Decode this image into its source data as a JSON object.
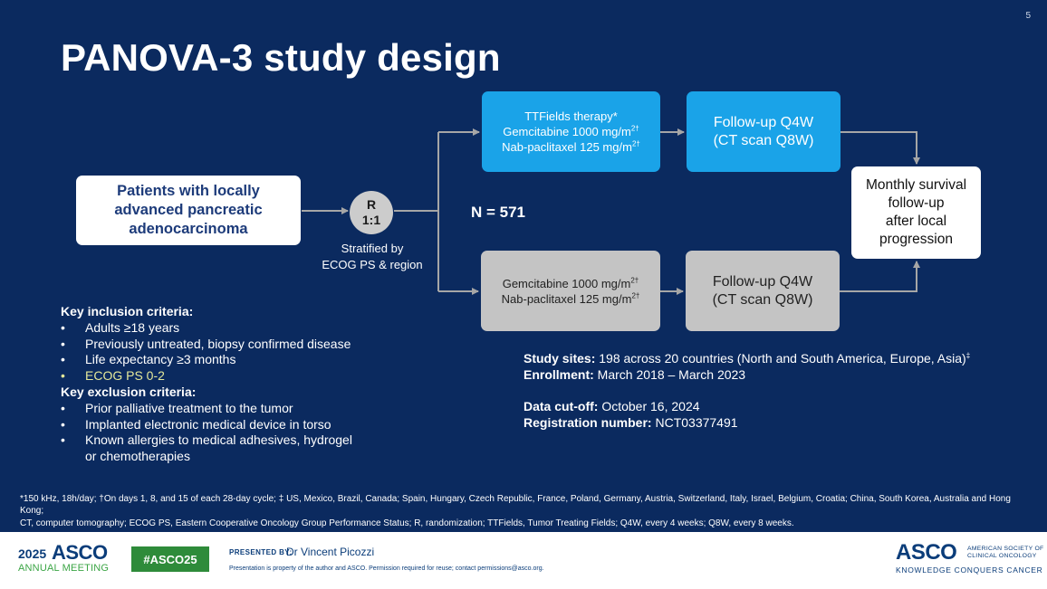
{
  "page_number": "5",
  "title": "PANOVA-3 study design",
  "flow": {
    "patients_box": [
      "Patients with locally",
      "advanced pancreatic",
      "adenocarcinoma"
    ],
    "randomization": {
      "top": "R",
      "bottom": "1:1"
    },
    "stratified": [
      "Stratified by",
      "ECOG PS & region"
    ],
    "n_label": "N = 571",
    "ttf_arm": {
      "line1": "TTFields therapy*",
      "line2": "Gemcitabine 1000 mg/m",
      "line2_sup": "2†",
      "line3": "Nab-paclitaxel 125 mg/m",
      "line3_sup": "2†"
    },
    "followup_top": [
      "Follow-up Q4W",
      "(CT scan Q8W)"
    ],
    "gem_arm": {
      "line1": "Gemcitabine 1000 mg/m",
      "line1_sup": "2†",
      "line2": "Nab-paclitaxel 125 mg/m",
      "line2_sup": "2†"
    },
    "followup_bottom": [
      "Follow-up Q4W",
      "(CT scan Q8W)"
    ],
    "monthly_box": [
      "Monthly survival",
      "follow-up",
      "after local",
      "progression"
    ]
  },
  "criteria": {
    "inclusion_heading": "Key inclusion criteria:",
    "inclusion": [
      "Adults ≥18 years",
      "Previously untreated, biopsy confirmed disease",
      "Life expectancy ≥3 months",
      "ECOG PS 0-2"
    ],
    "exclusion_heading": "Key exclusion criteria:",
    "exclusion": [
      "Prior palliative treatment to the tumor",
      "Implanted electronic medical device in torso",
      "Known allergies to medical adhesives, hydrogel",
      "or chemotherapies"
    ],
    "bullet": "•",
    "highlight_color": "#e4e89a"
  },
  "study_info": {
    "sites_label": "Study sites:",
    "sites_value": " 198 across 20 countries (North and South America, Europe, Asia)",
    "sites_sup": "‡",
    "enrollment_label": "Enrollment:",
    "enrollment_value": " March 2018 – March 2023",
    "cutoff_label": "Data cut-off:",
    "cutoff_value": " October 16, 2024",
    "registration_label": "Registration number:",
    "registration_value": "  NCT03377491"
  },
  "footnotes": [
    "*150 kHz, 18h/day; †On days 1, 8, and 15 of each 28-day cycle; ‡ US, Mexico, Brazil, Canada; Spain, Hungary, Czech Republic, France, Poland, Germany, Austria, Switzerland, Italy, Israel, Belgium, Croatia; China, South Korea, Australia and Hong Kong;",
    "CT, computer tomography; ECOG PS, Eastern Cooperative Oncology Group Performance Status; R, randomization; TTFields, Tumor Treating Fields; Q4W, every 4 weeks; Q8W, every 8 weeks."
  ],
  "footer": {
    "meeting_year": "2025",
    "meeting_org": "ASCO",
    "meeting_label": "ANNUAL MEETING",
    "hashtag": "#ASCO25",
    "presented_by": "PRESENTED BY:",
    "presenter": "Dr Vincent Picozzi",
    "disclaimer": "Presentation is property of the author and ASCO. Permission required for reuse; contact permissions@asco.org.",
    "asco_logo": "ASCO",
    "asco_society": [
      "AMERICAN SOCIETY OF",
      "CLINICAL ONCOLOGY"
    ],
    "asco_tagline": "KNOWLEDGE CONQUERS CANCER"
  },
  "colors": {
    "background": "#0b2a5f",
    "ttf_blue": "#1aa3e8",
    "control_gray": "#c4c4c4",
    "connector_gray": "#a6a6a6",
    "footer_green": "#2e8b3a",
    "asco_navy": "#0b3d7a"
  }
}
